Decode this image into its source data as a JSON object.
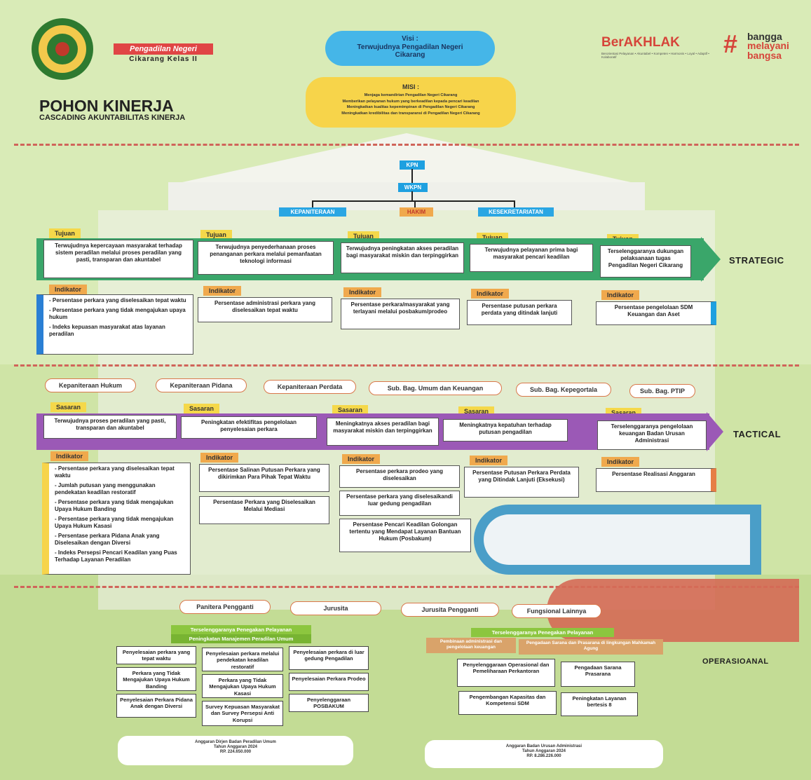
{
  "header": {
    "court_name": "Pengadilan Negeri",
    "court_class": "Cikarang Kelas II",
    "title": "POHON KINERJA",
    "subtitle": "CASCADING AKUNTABILITAS KINERJA",
    "berakhlak": "BerAKHLAK",
    "berakhlak_tagline": "Berorientasi Pelayanan • Akuntabel • Kompeten • Harmonis • Loyal • Adaptif • Kolaboratif",
    "bangga": [
      "bangga",
      "melayani",
      "bangsa"
    ]
  },
  "visi": {
    "label": "Visi :",
    "text": "Terwujudnya Pengadilan Negeri Cikarang"
  },
  "misi": {
    "label": "MISI :",
    "items": [
      "Menjaga kemandirian Pengadilan Negeri Cikarang",
      "Memberikan pelayanan hukum yang berkeadilan kepada pencari keadilan",
      "Meningkatkan kualitas kepemimpinan di Pengadilan Negeri Cikarang",
      "Meningkatkan kredibilitas dan transparansi di Pengadilan Negeri Cikarang"
    ]
  },
  "org": {
    "kpn": "KPN",
    "wkpn": "WKPN",
    "kepaniteraan": "KEPANITERAAN",
    "hakim": "HAKIM",
    "kesekretariatan": "KESEKRETARIATAN"
  },
  "levels": {
    "strategic": "STRATEGIC",
    "tactical": "TACTICAL",
    "operasional": "OPERASIOANAL"
  },
  "strategic": {
    "tujuan_label": "Tujuan",
    "indikator_label": "Indikator",
    "tujuan": [
      "Terwujudnya kepercayaan masyarakat terhadap sistem peradilan melalui proses peradilan yang pasti, transparan dan akuntabel",
      "Terwujudnya penyederhanaan proses penanganan perkara melalui pemanfaatan teknologi informasi",
      "Terwujudnya peningkatan akses peradilan bagi masyarakat miskin dan terpinggirkan",
      "Terwujudnya pelayanan prima bagi masyarakat pencari keadilan",
      "Terselenggaranya dukungan pelaksanaan tugas Pengadilan Negeri Cikarang"
    ],
    "indikator_1": [
      "- Persentase perkara yang diselesaikan tepat waktu",
      "- Persentase perkara yang tidak mengajukan upaya hukum",
      "- Indeks kepuasan masyarakat atas layanan peradilan"
    ],
    "indikator": [
      "Persentase administrasi perkara yang diselesaikan tepat waktu",
      "Persentase perkara/masyarakat yang terlayani melalui posbakum/prodeo",
      "Persentase putusan perkara perdata yang ditindak lanjuti",
      "Persentase pengelolaan SDM Keuangan dan Aset"
    ]
  },
  "units": [
    "Kepaniteraan Hukum",
    "Kepaniteraan Pidana",
    "Kepaniteraan Perdata",
    "Sub. Bag. Umum dan Keuangan",
    "Sub. Bag. Kepegortala",
    "Sub. Bag. PTIP"
  ],
  "tactical": {
    "sasaran_label": "Sasaran",
    "indikator_label": "Indikator",
    "sasaran": [
      "Terwujudnya proses peradilan yang pasti, transparan dan akuntabel",
      "Peningkatan efektifitas pengelolaan penyelesaian perkara",
      "Meningkatnya akses peradilan bagi masyarakat miskin dan terpinggirkan",
      "Meningkatnya kepatuhan terhadap putusan pengadilan",
      "Terselenggaranya pengelolaan keuangan Badan Urusan Administrasi"
    ],
    "indikator_1": [
      "- Persentase perkara yang diselesaikan tepat waktu",
      "- Jumlah putusan yang menggunakan pendekatan keadilan restoratif",
      "- Persentase perkara yang tidak mengajukan Upaya Hukum Banding",
      "- Persentase perkara yang tidak mengajukan Upaya Hukum Kasasi",
      "- Persentase perkara Pidana Anak yang Diselesaikan dengan Diversi",
      "- Indeks Persepsi Pencari Keadilan yang Puas Terhadap Layanan Peradilan"
    ],
    "indikator_2": [
      "Persentase Salinan Putusan Perkara yang dikirimkan Para Pihak Tepat Waktu",
      "Persentase Perkara yang Diselesaikan Melalui Mediasi"
    ],
    "indikator_3": [
      "Persentase perkara prodeo yang diselesaikan",
      "Persentase perkara yang diselesaikandi luar gedung pengadilan",
      "Persentase Pencari Keadilan Golongan tertentu yang Mendapat Layanan Bantuan Hukum (Posbakum)"
    ],
    "indikator_4": "Persentase Putusan Perkara Perdata yang Ditindak Lanjuti (Eksekusi)",
    "indikator_5": "Persentase Realisasi Anggaran"
  },
  "roles": [
    "Panitera Pengganti",
    "Jurusita",
    "Jurusita Pengganti",
    "Fungsional Lainnya"
  ],
  "operasional": {
    "left_head": "Terselenggaranya Penegakan Pelayanan",
    "left_sub": "Peningkatan Manajemen Peradilan Umum",
    "left_boxes": [
      "Penyelesaian perkara yang tepat waktu",
      "Perkara yang Tidak Mengajukan Upaya Hukum Banding",
      "Penyelesaian Perkara Pidana Anak dengan Diversi",
      "Penyelesaian perkara melalui pendekatan keadilan restoratif",
      "Perkara yang Tidak Mengajukan Upaya Hukum Kasasi",
      "Survey Kepuasan Masyarakat dan Survey Persepsi Anti Korupsi",
      "Penyelesaian perkara di luar gedung Pengadilan",
      "Penyelesaian Perkara Prodeo",
      "Penyelenggaraan POSBAKUM"
    ],
    "left_foot": [
      "Anggaran Dirjen Badan Peradilan Umum",
      "Tahun Anggaran 2024",
      "RP. 224.650.000"
    ],
    "right_head": "Terselenggaranya Penegakan Pelayanan",
    "right_sub1": "Pembinaan administrasi dan pengelolaan keuangan",
    "right_sub2": "Pengadaan Sarana dan Prasarana di lingkungan Mahkamah Agung",
    "right_boxes": [
      "Penyelenggaraan Operasional dan Pemeliharaan Perkantoran",
      "Pengadaan Sarana Prasarana",
      "Pengembangan Kapasitas dan Kompetensi SDM",
      "Peningkatan Layanan bertesis 8"
    ],
    "right_foot": [
      "Anggaran Badan Urusan Administrasi",
      "Tahun Anggaran 2024",
      "RP. 8.286.226.000"
    ]
  }
}
